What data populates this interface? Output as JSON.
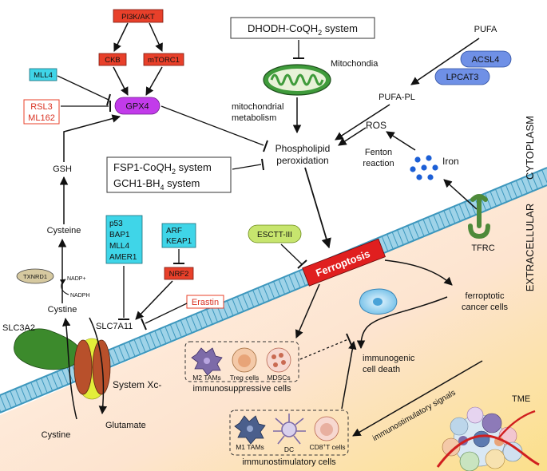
{
  "regions": {
    "cytoplasm": "CYTOPLASM",
    "extracellular": "EXTRACELLULAR",
    "tme": "TME"
  },
  "nodes": {
    "pi3k_akt": "PI3K/AKT",
    "ckb": "CKB",
    "mtorc1": "mTORC1",
    "gpx4": "GPX4",
    "mll4_top": "MLL4",
    "rsl3": "RSL3",
    "ml162": "ML162",
    "gsh": "GSH",
    "cysteine": "Cysteine",
    "txnrd1": "TXNRD1",
    "nadp_plus": "NADP+",
    "nadph": "NADPH",
    "cystine_in": "Cystine",
    "slc3a2": "SLC3A2",
    "slc7a11": "SLC7A11",
    "system_xc": "System Xc-",
    "cystine_out": "Cystine",
    "glutamate": "Glutamate",
    "p53_group": [
      "p53",
      "BAP1",
      "MLL4",
      "AMER1"
    ],
    "arf_group": [
      "ARF",
      "KEAP1"
    ],
    "nrf2": "NRF2",
    "erastin": "Erastin",
    "dhodh_main": "DHODH-CoQH",
    "dhodh_sub": "2",
    "dhodh_tail": " system",
    "mitochondria": "Mitochondia",
    "mito_metab_1": "mitochondrial",
    "mito_metab_2": "metabolism",
    "fsp1_main": "FSP1-CoQH",
    "fsp1_sub": "2",
    "fsp1_tail": " system",
    "gch1_main": "GCH1-BH",
    "gch1_sub": "4",
    "gch1_tail": " system",
    "phospholipid_1": "Phospholipid",
    "phospholipid_2": "peroxidation",
    "pufa": "PUFA",
    "acsl4": "ACSL4",
    "lpcat3": "LPCAT3",
    "pufa_pl": "PUFA-PL",
    "ros": "ROS",
    "fenton_1": "Fenton",
    "fenton_2": "reaction",
    "iron": "Iron",
    "tfrc": "TFRC",
    "escrt": "ESCTT-III",
    "ferroptosis": "Ferroptosis",
    "ferroptotic_1": "ferroptotic",
    "ferroptotic_2": "cancer cells",
    "immunogenic_1": "immunogenic",
    "immunogenic_2": "cell death",
    "immunostim_signals": "immunostimulatory signals"
  },
  "suppressive_group": {
    "title": "immunosuppressive cells",
    "cells": [
      "M2 TAMs",
      "Treg cells",
      "MDSCs"
    ]
  },
  "stimulatory_group": {
    "title": "immunostimulatory cells",
    "cells": [
      "M1 TAMs",
      "DC",
      "CD8",
      "+",
      "T cells"
    ]
  },
  "colors": {
    "red_box": "#e8402a",
    "cyan_box": "#3fd5e8",
    "gpx4_fill": "#c23bea",
    "blue_pill": "#6f90e6",
    "green_pill": "#c7e56e",
    "ferroptosis_fill": "#e01f1f",
    "membrane": "#58b7d6",
    "mito_green": "#3f9b3b",
    "iron_blue": "#1c5fd6",
    "tfrc_green": "#4e8a3a",
    "slc3a2_green": "#3c8a2c",
    "slc7a11_brown": "#b8502b",
    "xc_yellow": "#e3ee3a"
  }
}
